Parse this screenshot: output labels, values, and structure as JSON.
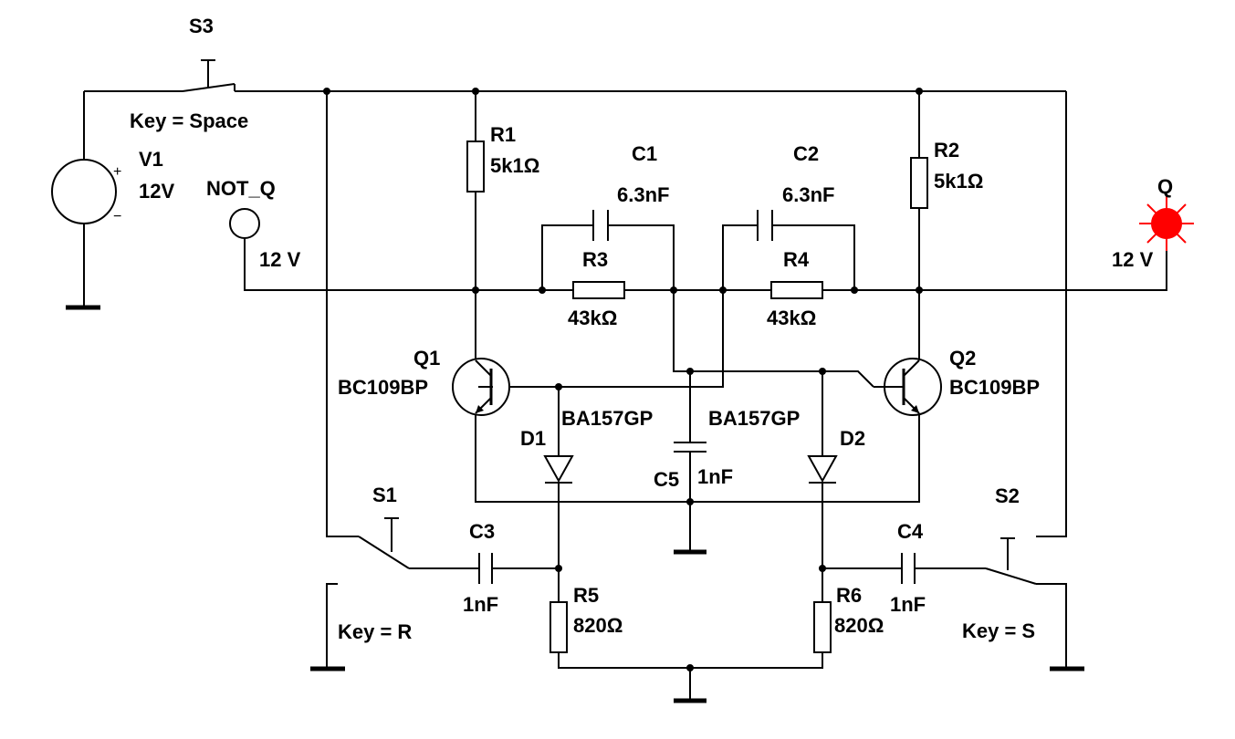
{
  "colors": {
    "wire": "#000000",
    "background": "#ffffff",
    "led_on": "#ff0000"
  },
  "components": {
    "v1": {
      "name": "V1",
      "value": "12V",
      "icon": "dc-voltage-source-icon"
    },
    "s3": {
      "name": "S3",
      "key": "Key = Space"
    },
    "s1": {
      "name": "S1",
      "key": "Key = R"
    },
    "s2": {
      "name": "S2",
      "key": "Key = S"
    },
    "r1": {
      "name": "R1",
      "value": "5k1Ω"
    },
    "r2": {
      "name": "R2",
      "value": "5k1Ω"
    },
    "r3": {
      "name": "R3",
      "value": "43kΩ"
    },
    "r4": {
      "name": "R4",
      "value": "43kΩ"
    },
    "r5": {
      "name": "R5",
      "value": "820Ω"
    },
    "r6": {
      "name": "R6",
      "value": "820Ω"
    },
    "c1": {
      "name": "C1",
      "value": "6.3nF"
    },
    "c2": {
      "name": "C2",
      "value": "6.3nF"
    },
    "c3": {
      "name": "C3",
      "value": "1nF"
    },
    "c4": {
      "name": "C4",
      "value": "1nF"
    },
    "c5": {
      "name": "C5",
      "value": "1nF"
    },
    "q1": {
      "name": "Q1",
      "model": "BC109BP"
    },
    "q2": {
      "name": "Q2",
      "model": "BC109BP"
    },
    "d1": {
      "name": "D1",
      "model": "BA157GP"
    },
    "d2": {
      "name": "D2",
      "model": "BA157GP"
    },
    "probe_not_q": {
      "name": "NOT_Q",
      "reading": "12 V",
      "state": "off"
    },
    "probe_q": {
      "name": "Q",
      "reading": "12 V",
      "state": "on"
    }
  },
  "source_signs": {
    "plus": "+",
    "minus": "−"
  }
}
